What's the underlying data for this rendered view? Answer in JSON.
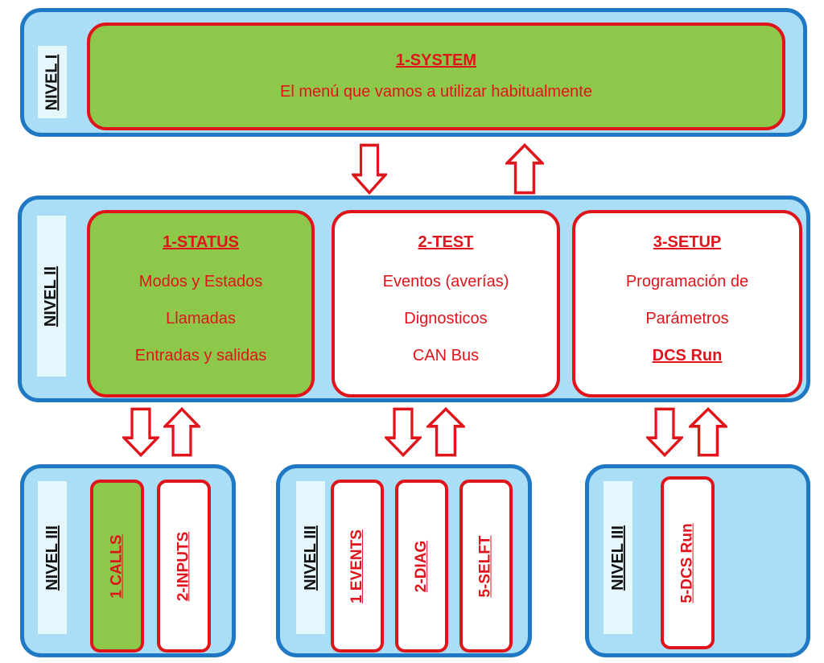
{
  "levels": {
    "nivel_1": "NIVEL I",
    "nivel_2": "NIVEL II",
    "nivel_3": "NIVEL III"
  },
  "system": {
    "title": "1-SYSTEM",
    "description": "El menú que vamos a utilizar habitualmente"
  },
  "status": {
    "title": "1-STATUS",
    "lines": [
      "Modos y Estados",
      "Llamadas",
      "Entradas y salidas"
    ]
  },
  "test": {
    "title": "2-TEST",
    "lines": [
      "Eventos (averías)",
      "Dignosticos",
      "CAN Bus"
    ]
  },
  "setup": {
    "title": "3-SETUP",
    "lines": [
      "Programación de",
      "Parámetros",
      "DCS Run"
    ]
  },
  "level3": {
    "status_items": [
      "1 CALLS",
      "2-INPUTS"
    ],
    "test_items": [
      "1 EVENTS",
      "2-DIAG",
      "5-SELFT"
    ],
    "setup_items": [
      "5-DCS Run"
    ]
  },
  "colors": {
    "panel_fill": "#a9def6",
    "panel_border": "#1f78c4",
    "box_border": "#e0141b",
    "active_fill": "#8dc84a",
    "text": "#e0141b"
  }
}
